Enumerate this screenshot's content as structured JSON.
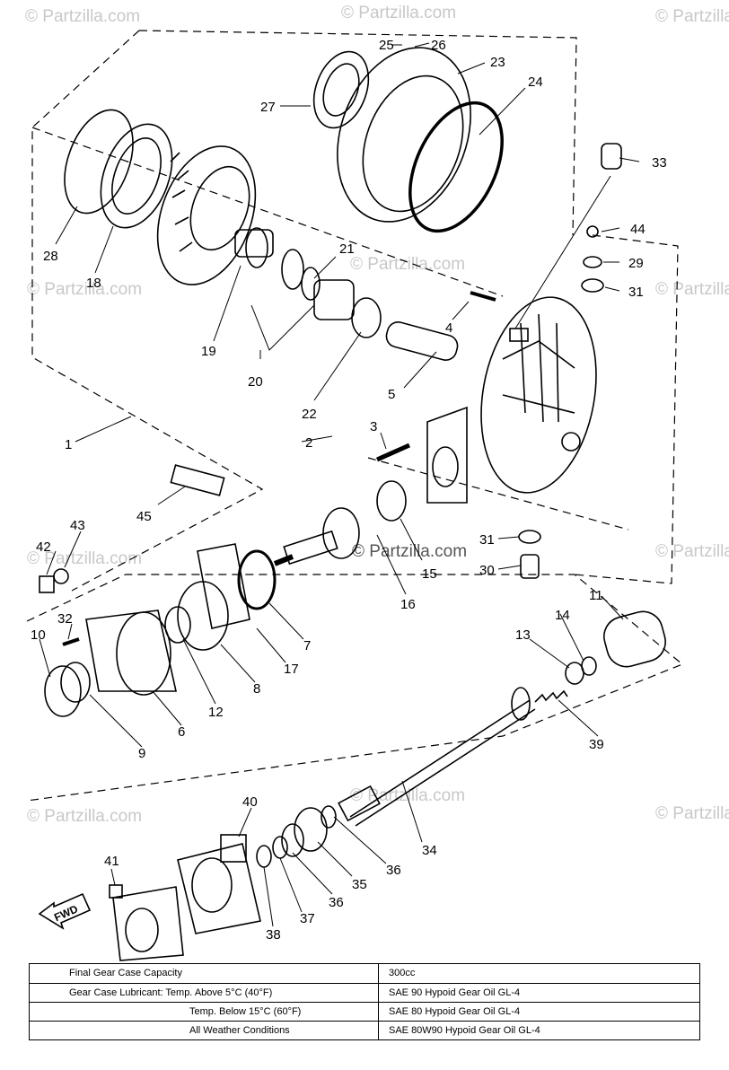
{
  "watermark": "© Partzilla.com",
  "fwd_label": "FWD",
  "callouts": {
    "c1": "1",
    "c2": "2",
    "c3": "3",
    "c4": "4",
    "c5": "5",
    "c6": "6",
    "c7": "7",
    "c8": "8",
    "c9": "9",
    "c10": "10",
    "c11": "11",
    "c12": "12",
    "c13": "13",
    "c14": "14",
    "c15": "15",
    "c16": "16",
    "c17": "17",
    "c18": "18",
    "c19": "19",
    "c20": "20",
    "c21": "21",
    "c22": "22",
    "c23": "23",
    "c24": "24",
    "c25": "25",
    "c26": "26",
    "c27": "27",
    "c28": "28",
    "c29": "29",
    "c30": "30",
    "c31a": "31",
    "c31b": "31",
    "c32": "32",
    "c33": "33",
    "c34": "34",
    "c35": "35",
    "c36a": "36",
    "c36b": "36",
    "c37": "37",
    "c38": "38",
    "c39": "39",
    "c40": "40",
    "c41": "41",
    "c42": "42",
    "c43": "43",
    "c44": "44",
    "c45": "45"
  },
  "specs": [
    {
      "label": "Final Gear Case Capacity",
      "value": "300cc"
    },
    {
      "label": "Gear Case Lubricant: Temp. Above 5°C (40°F)",
      "value": "SAE 90 Hypoid Gear Oil GL-4"
    },
    {
      "label": "Temp. Below 15°C (60°F)",
      "value": "SAE 80 Hypoid Gear Oil GL-4"
    },
    {
      "label": "All Weather Conditions",
      "value": "SAE 80W90 Hypoid Gear Oil GL-4"
    }
  ]
}
